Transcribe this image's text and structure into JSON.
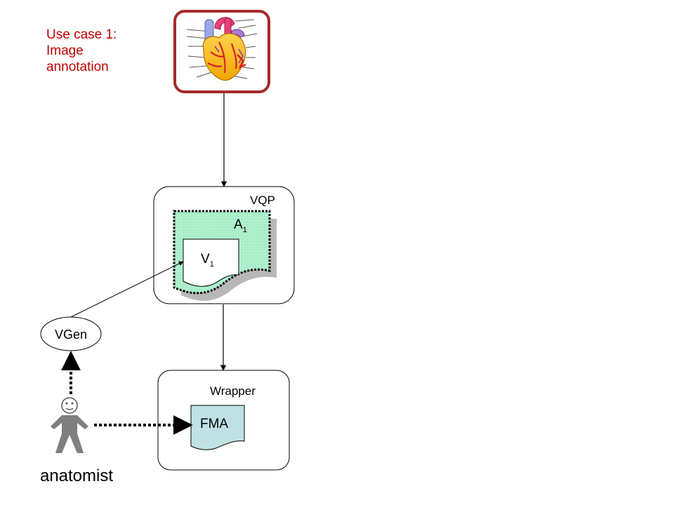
{
  "title": {
    "lines": [
      "Use case 1:",
      "Image",
      "annotation"
    ]
  },
  "vqp": {
    "label": "VQP",
    "annotation_letter": "A",
    "annotation_sub": "1",
    "view_letter": "V",
    "view_sub": "1"
  },
  "wrapper": {
    "label": "Wrapper",
    "doc_label": "FMA"
  },
  "vgen": {
    "label": "VGen"
  },
  "actor": {
    "label": "anatomist",
    "icon": "person-icon"
  },
  "image": {
    "icon": "heart-anatomy-icon"
  },
  "colors": {
    "title": "#c00000",
    "image_frame": "#a52a2a",
    "annotation_fill": "#aef0cc",
    "doc_fill": "#bfe1e3",
    "person": "#7f7f7f",
    "line": "#000000"
  }
}
